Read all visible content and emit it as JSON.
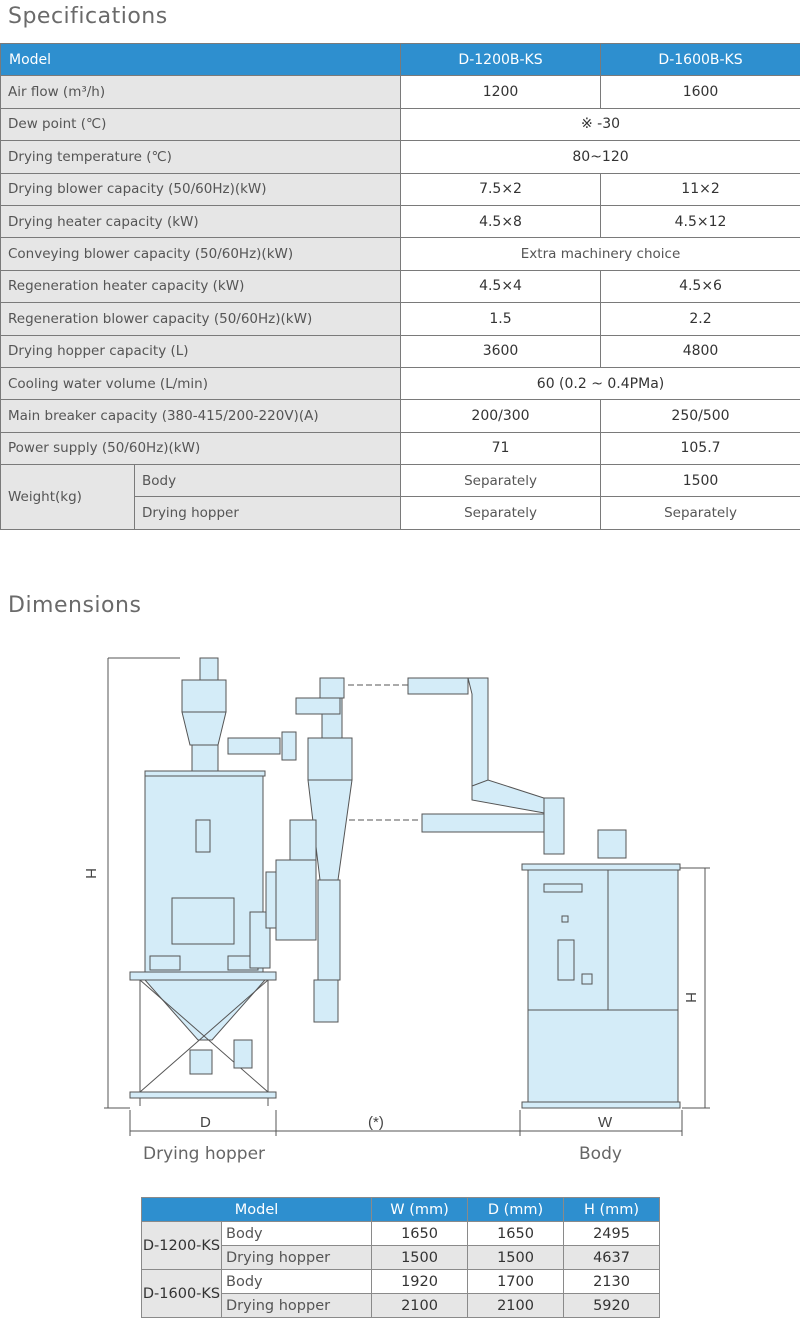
{
  "specifications": {
    "title": "Specifications",
    "header": {
      "label": "Model",
      "col1": "D-1200B-KS",
      "col2": "D-1600B-KS"
    },
    "rows": {
      "air_flow": {
        "label": "Air flow (m³/h)",
        "v1": "1200",
        "v2": "1600"
      },
      "dew_point": {
        "label": "Dew point (℃)",
        "value": "※ -30"
      },
      "drying_temp": {
        "label": "Drying temperature (℃)",
        "value": "80~120"
      },
      "drying_blower": {
        "label": "Drying blower capacity (50/60Hz)(kW)",
        "v1": "7.5×2",
        "v2": "11×2"
      },
      "drying_heater": {
        "label": "Drying heater capacity (kW)",
        "v1": "4.5×8",
        "v2": "4.5×12"
      },
      "conveying_blower": {
        "label": "Conveying blower capacity (50/60Hz)(kW)",
        "value": "Extra machinery choice"
      },
      "regen_heater": {
        "label": "Regeneration heater capacity (kW)",
        "v1": "4.5×4",
        "v2": "4.5×6"
      },
      "regen_blower": {
        "label": "Regeneration blower capacity (50/60Hz)(kW)",
        "v1": "1.5",
        "v2": "2.2"
      },
      "hopper_capacity": {
        "label": "Drying hopper capacity (L)",
        "v1": "3600",
        "v2": "4800"
      },
      "cooling_water": {
        "label": "Cooling water volume (L/min)",
        "value": "60 (0.2 ~ 0.4PMa)"
      },
      "breaker": {
        "label": "Main breaker capacity (380-415/200-220V)(A)",
        "v1": "200/300",
        "v2": "250/500"
      },
      "power": {
        "label": "Power supply (50/60Hz)(kW)",
        "v1": "71",
        "v2": "105.7"
      },
      "weight": {
        "label": "Weight(kg)",
        "body": {
          "label": "Body",
          "v1": "Separately",
          "v2": "1500"
        },
        "hopper": {
          "label": "Drying hopper",
          "v1": "Separately",
          "v2": "Separately"
        }
      }
    }
  },
  "dimensions": {
    "title": "Dimensions",
    "drawing_labels": {
      "h_left": "H",
      "h_right": "H",
      "d": "D",
      "gap": "(*)",
      "w": "W"
    },
    "captions": {
      "left": "Drying hopper",
      "right": "Body"
    },
    "table": {
      "headers": {
        "model": "Model",
        "w": "W (mm)",
        "d": "D (mm)",
        "h": "H (mm)"
      },
      "models": [
        {
          "name": "D-1200-KS",
          "body": {
            "label": "Body",
            "w": "1650",
            "d": "1650",
            "h": "2495"
          },
          "hopper": {
            "label": "Drying hopper",
            "w": "1500",
            "d": "1500",
            "h": "4637"
          }
        },
        {
          "name": "D-1600-KS",
          "body": {
            "label": "Body",
            "w": "1920",
            "d": "1700",
            "h": "2130"
          },
          "hopper": {
            "label": "Drying hopper",
            "w": "2100",
            "d": "2100",
            "h": "5920"
          }
        }
      ]
    }
  },
  "colors": {
    "header_blue": "#2e8fcf",
    "label_gray": "#e6e6e6",
    "machine_fill": "#d4ecf8",
    "line": "#555555"
  }
}
